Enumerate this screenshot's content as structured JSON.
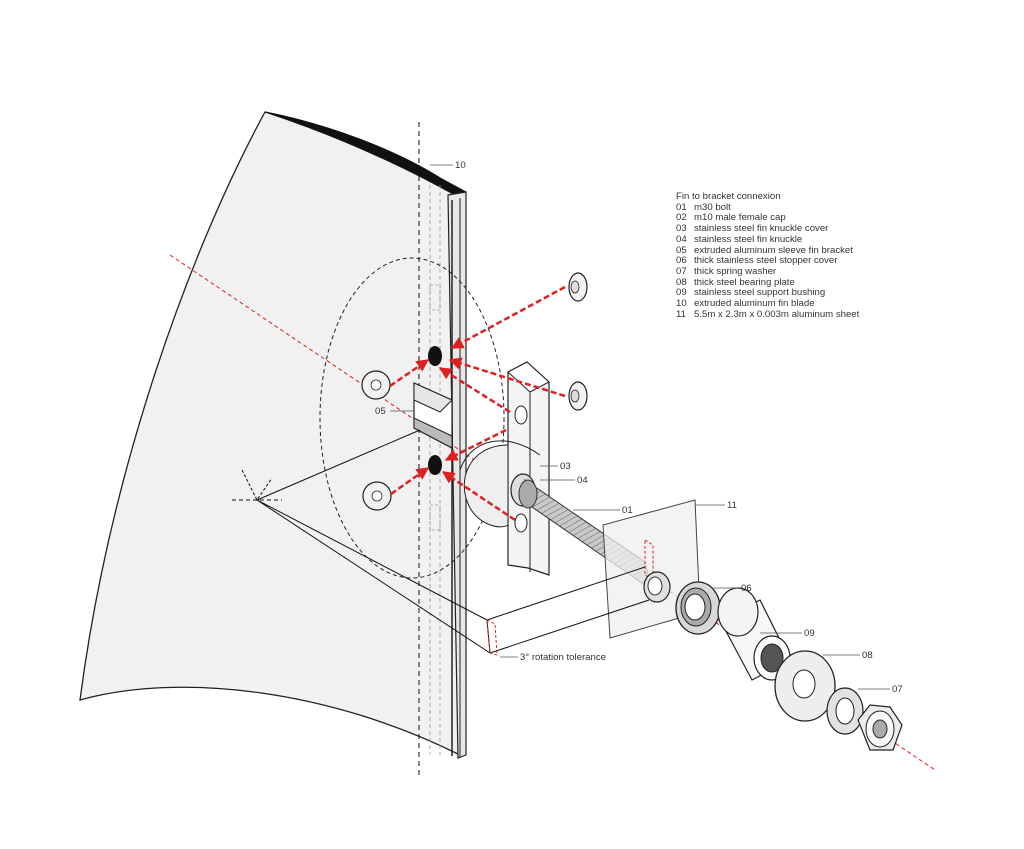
{
  "legend": {
    "title": "Fin to bracket connexion",
    "items": [
      {
        "num": "01",
        "text": "m30 bolt"
      },
      {
        "num": "02",
        "text": "m10 male female cap"
      },
      {
        "num": "03",
        "text": "stainless steel fin knuckle cover"
      },
      {
        "num": "04",
        "text": "stainless steel fin knuckle"
      },
      {
        "num": "05",
        "text": "extruded aluminum sleeve fin bracket"
      },
      {
        "num": "06",
        "text": "thick stainless steel stopper cover"
      },
      {
        "num": "07",
        "text": "thick spring washer"
      },
      {
        "num": "08",
        "text": "thick steel bearing plate"
      },
      {
        "num": "09",
        "text": "stainless steel support bushing"
      },
      {
        "num": "10",
        "text": "extruded aluminum fin blade"
      },
      {
        "num": "11",
        "text": "5.5m x 2.3m x 0.003m aluminum sheet"
      }
    ]
  },
  "callouts": {
    "c10": "10",
    "c05": "05",
    "c03": "03",
    "c04": "04",
    "c01": "01",
    "c11": "11",
    "c06": "06",
    "c09": "09",
    "c08": "08",
    "c07": "07"
  },
  "annotations": {
    "rotation": "3° rotation tolerance"
  },
  "colors": {
    "arrow": "#e02020",
    "axis": "#e02020",
    "line": "#111111",
    "surface": "#f1f1f1"
  }
}
